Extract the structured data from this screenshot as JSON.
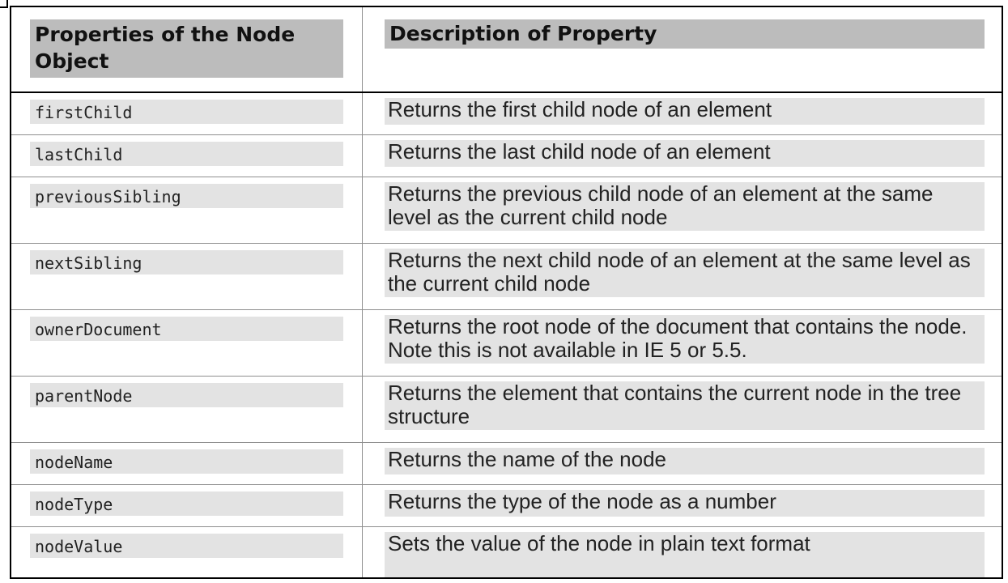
{
  "table": {
    "header": {
      "property": "Properties of the Node Object",
      "description": "Description of Property"
    },
    "rows": [
      {
        "property": "firstChild",
        "description": "Returns the first child node of an element"
      },
      {
        "property": "lastChild",
        "description": "Returns the last child node of an element"
      },
      {
        "property": "previousSibling",
        "description": "Returns the previous child node of an element at the same level as the current child node"
      },
      {
        "property": "nextSibling",
        "description": "Returns the next child node of an element at the same level as the current child node"
      },
      {
        "property": "ownerDocument",
        "description": "Returns the root node of the document that contains the node. Note this is not available in IE 5 or 5.5."
      },
      {
        "property": "parentNode",
        "description": "Returns the element that contains the current node in the tree structure"
      },
      {
        "property": "nodeName",
        "description": "Returns the name of the node"
      },
      {
        "property": "nodeType",
        "description": "Returns the type of the node as a number"
      },
      {
        "property": "nodeValue",
        "description": "Sets the value of the node in plain text format"
      }
    ]
  }
}
